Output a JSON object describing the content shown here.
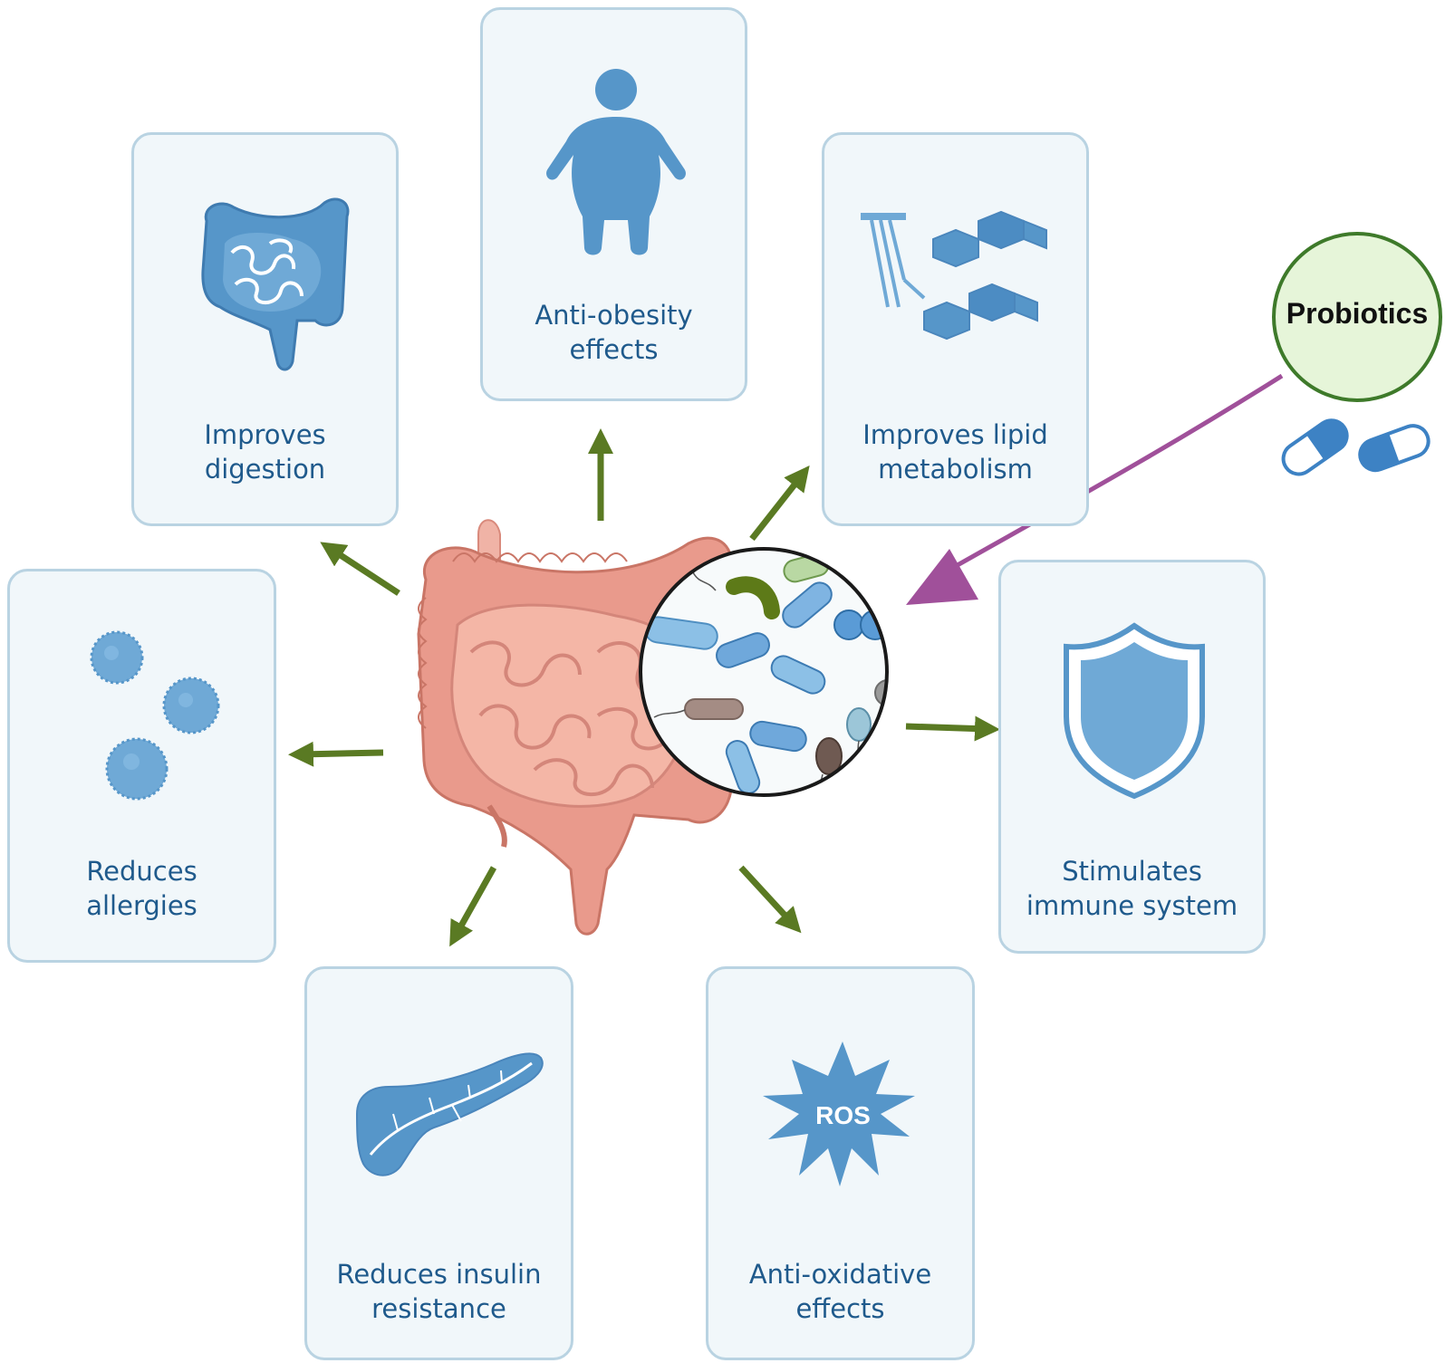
{
  "colors": {
    "card_fill": "#f1f7fa",
    "card_border": "#b9d3e2",
    "icon_blue": "#5696c9",
    "label_blue": "#1f5a8c",
    "arrow_green": "#5a7a23",
    "probiotics_arrow": "#a0509a",
    "probiotics_fill": "#e6f5d9",
    "probiotics_border": "#3e7a2a",
    "gut_pink": "#e99a8c"
  },
  "center": {
    "name": "intestine-with-microbiota"
  },
  "probiotics": {
    "label": "Probiotics"
  },
  "cards": {
    "digestion": {
      "line1": "Improves",
      "line2": "digestion",
      "icon": "intestine-icon"
    },
    "obesity": {
      "line1": "Anti-obesity",
      "line2": "effects",
      "icon": "person-icon"
    },
    "lipid": {
      "line1": "Improves lipid",
      "line2": "metabolism",
      "icon": "lipid-molecule-icon"
    },
    "immune": {
      "line1": "Stimulates",
      "line2": "immune system",
      "icon": "shield-icon"
    },
    "allergies": {
      "line1": "Reduces",
      "line2": "allergies",
      "icon": "pollen-icon"
    },
    "insulin": {
      "line1": "Reduces insulin",
      "line2": "resistance",
      "icon": "pancreas-icon"
    },
    "oxidative": {
      "line1": "Anti-oxidative",
      "line2": "effects",
      "icon": "ros-burst-icon",
      "badge": "ROS"
    }
  }
}
